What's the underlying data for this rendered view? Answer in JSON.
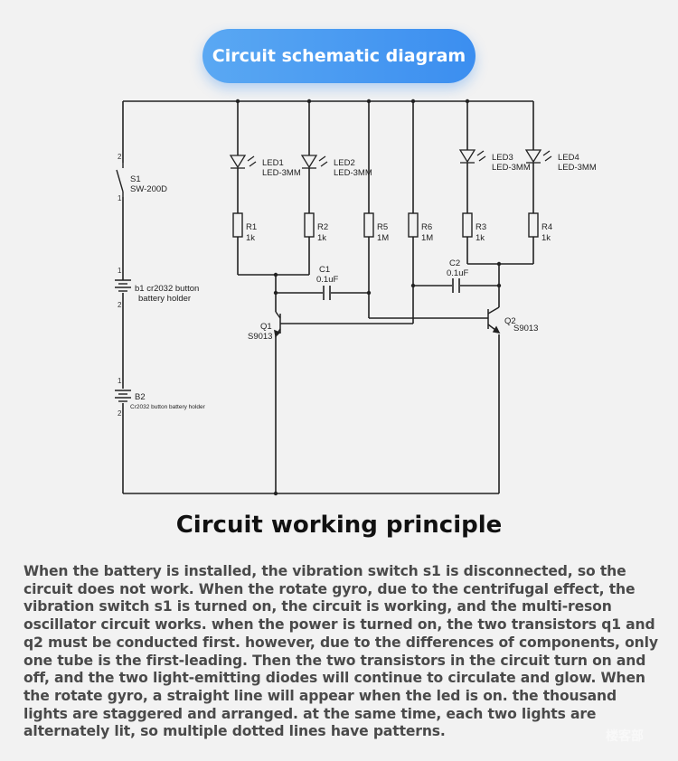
{
  "header": {
    "title": "Circuit schematic diagram"
  },
  "components": {
    "s1": {
      "ref": "S1",
      "part": "SW-200D",
      "pin_top": "2",
      "pin_bottom": "1"
    },
    "b1": {
      "ref": "b1 cr2032 button",
      "part": "battery holder",
      "pin_top": "1",
      "pin_bottom": "2"
    },
    "b2": {
      "ref": "B2",
      "part": "Cr2032 button battery holder",
      "pin_top": "1",
      "pin_bottom": "2"
    },
    "led1": {
      "ref": "LED1",
      "part": "LED-3MM"
    },
    "led2": {
      "ref": "LED2",
      "part": "LED-3MM"
    },
    "led3": {
      "ref": "LED3",
      "part": "LED-3MM"
    },
    "led4": {
      "ref": "LED4",
      "part": "LED-3MM"
    },
    "r1": {
      "ref": "R1",
      "value": "1k"
    },
    "r2": {
      "ref": "R2",
      "value": "1k"
    },
    "r3": {
      "ref": "R3",
      "value": "1k"
    },
    "r4": {
      "ref": "R4",
      "value": "1k"
    },
    "r5": {
      "ref": "R5",
      "value": "1M"
    },
    "r6": {
      "ref": "R6",
      "value": "1M"
    },
    "c1": {
      "ref": "C1",
      "value": "0.1uF"
    },
    "c2": {
      "ref": "C2",
      "value": "0.1uF"
    },
    "q1": {
      "ref": "Q1",
      "part": "S9013"
    },
    "q2": {
      "ref": "Q2",
      "part": "S9013"
    }
  },
  "principle": {
    "title": "Circuit working principle",
    "body": "When the battery is installed, the vibration switch s1 is disconnected, so the circuit does not work. When the rotate gyro, due to the centrifugal effect, the vibration switch s1 is turned on, the circuit is working, and the multi-reson oscillator circuit works. when the power is turned on, the two transistors q1 and q2 must be conducted first. however, due to the differences of components, only one tube is the first-leading. Then the two transistors in the circuit turn on and off, and the two light-emitting diodes will continue to circulate and glow. When the rotate gyro, a straight line will appear when the led is on. the thousand lights are staggered and arranged. at the same time, each two lights are alternately lit, so multiple dotted lines have patterns."
  },
  "watermark": "楼客部"
}
